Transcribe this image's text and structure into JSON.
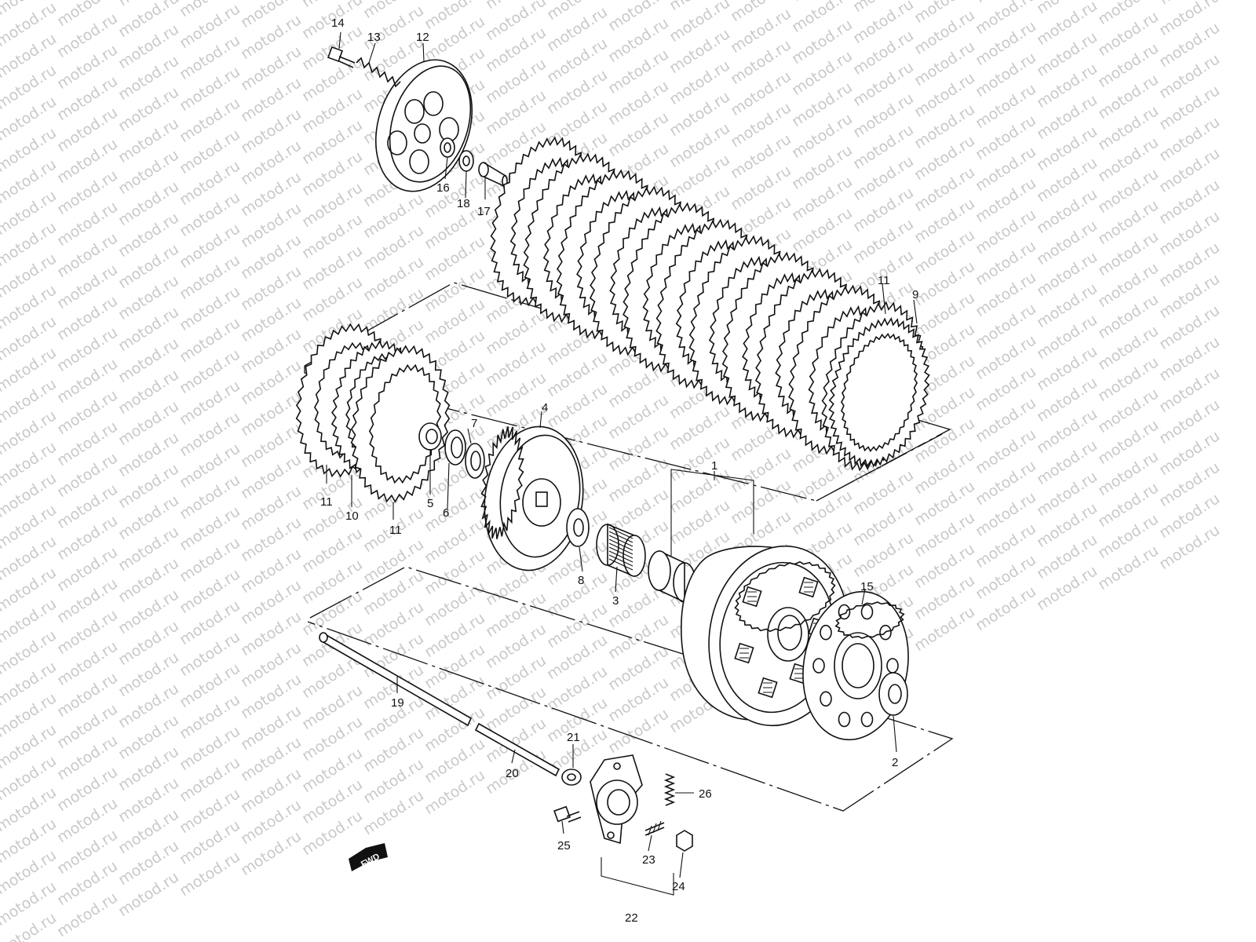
{
  "watermark": {
    "text": "motod.ru",
    "color": "#c9c9c9"
  },
  "fwd_badge": {
    "text": "FWD"
  },
  "callouts": [
    {
      "id": "c14",
      "number": "14"
    },
    {
      "id": "c13",
      "number": "13"
    },
    {
      "id": "c12",
      "number": "12"
    },
    {
      "id": "c16",
      "number": "16"
    },
    {
      "id": "c18",
      "number": "18"
    },
    {
      "id": "c17",
      "number": "17"
    },
    {
      "id": "c11a",
      "number": "11"
    },
    {
      "id": "c9",
      "number": "9"
    },
    {
      "id": "c4",
      "number": "4"
    },
    {
      "id": "c7",
      "number": "7"
    },
    {
      "id": "c11b",
      "number": "11"
    },
    {
      "id": "c10",
      "number": "10"
    },
    {
      "id": "c11c",
      "number": "11"
    },
    {
      "id": "c5",
      "number": "5"
    },
    {
      "id": "c6",
      "number": "6"
    },
    {
      "id": "c1",
      "number": "1"
    },
    {
      "id": "c8",
      "number": "8"
    },
    {
      "id": "c3",
      "number": "3"
    },
    {
      "id": "c15",
      "number": "15"
    },
    {
      "id": "c2",
      "number": "2"
    },
    {
      "id": "c19",
      "number": "19"
    },
    {
      "id": "c21",
      "number": "21"
    },
    {
      "id": "c20",
      "number": "20"
    },
    {
      "id": "c26",
      "number": "26"
    },
    {
      "id": "c25",
      "number": "25"
    },
    {
      "id": "c23",
      "number": "23"
    },
    {
      "id": "c24",
      "number": "24"
    },
    {
      "id": "c22",
      "number": "22"
    }
  ]
}
